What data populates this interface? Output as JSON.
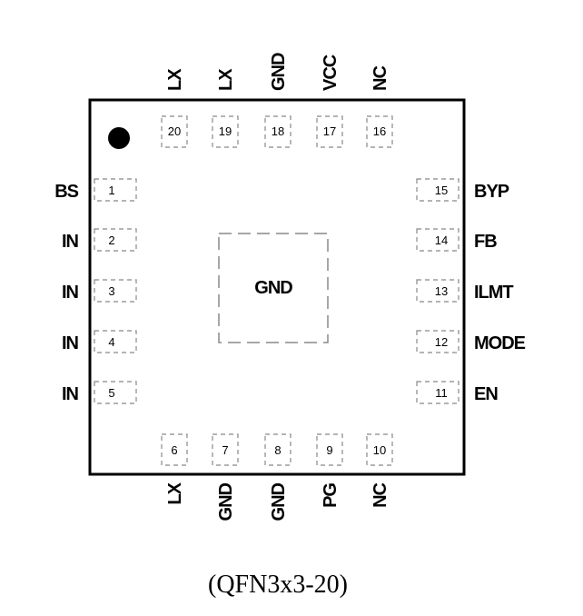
{
  "package": {
    "caption": "(QFN3x3-20)",
    "center_label": "GND",
    "colors": {
      "outline": "#000000",
      "pad": "#888888"
    }
  },
  "pins": {
    "top": [
      {
        "num": "20",
        "name": "LX"
      },
      {
        "num": "19",
        "name": "LX"
      },
      {
        "num": "18",
        "name": "GND"
      },
      {
        "num": "17",
        "name": "VCC"
      },
      {
        "num": "16",
        "name": "NC"
      }
    ],
    "left": [
      {
        "num": "1",
        "name": "BS"
      },
      {
        "num": "2",
        "name": "IN"
      },
      {
        "num": "3",
        "name": "IN"
      },
      {
        "num": "4",
        "name": "IN"
      },
      {
        "num": "5",
        "name": "IN"
      }
    ],
    "right": [
      {
        "num": "15",
        "name": "BYP"
      },
      {
        "num": "14",
        "name": "FB"
      },
      {
        "num": "13",
        "name": "ILMT"
      },
      {
        "num": "12",
        "name": "MODE"
      },
      {
        "num": "11",
        "name": "EN"
      }
    ],
    "bottom": [
      {
        "num": "6",
        "name": "LX"
      },
      {
        "num": "7",
        "name": "GND"
      },
      {
        "num": "8",
        "name": "GND"
      },
      {
        "num": "9",
        "name": "PG"
      },
      {
        "num": "10",
        "name": "NC"
      }
    ]
  }
}
